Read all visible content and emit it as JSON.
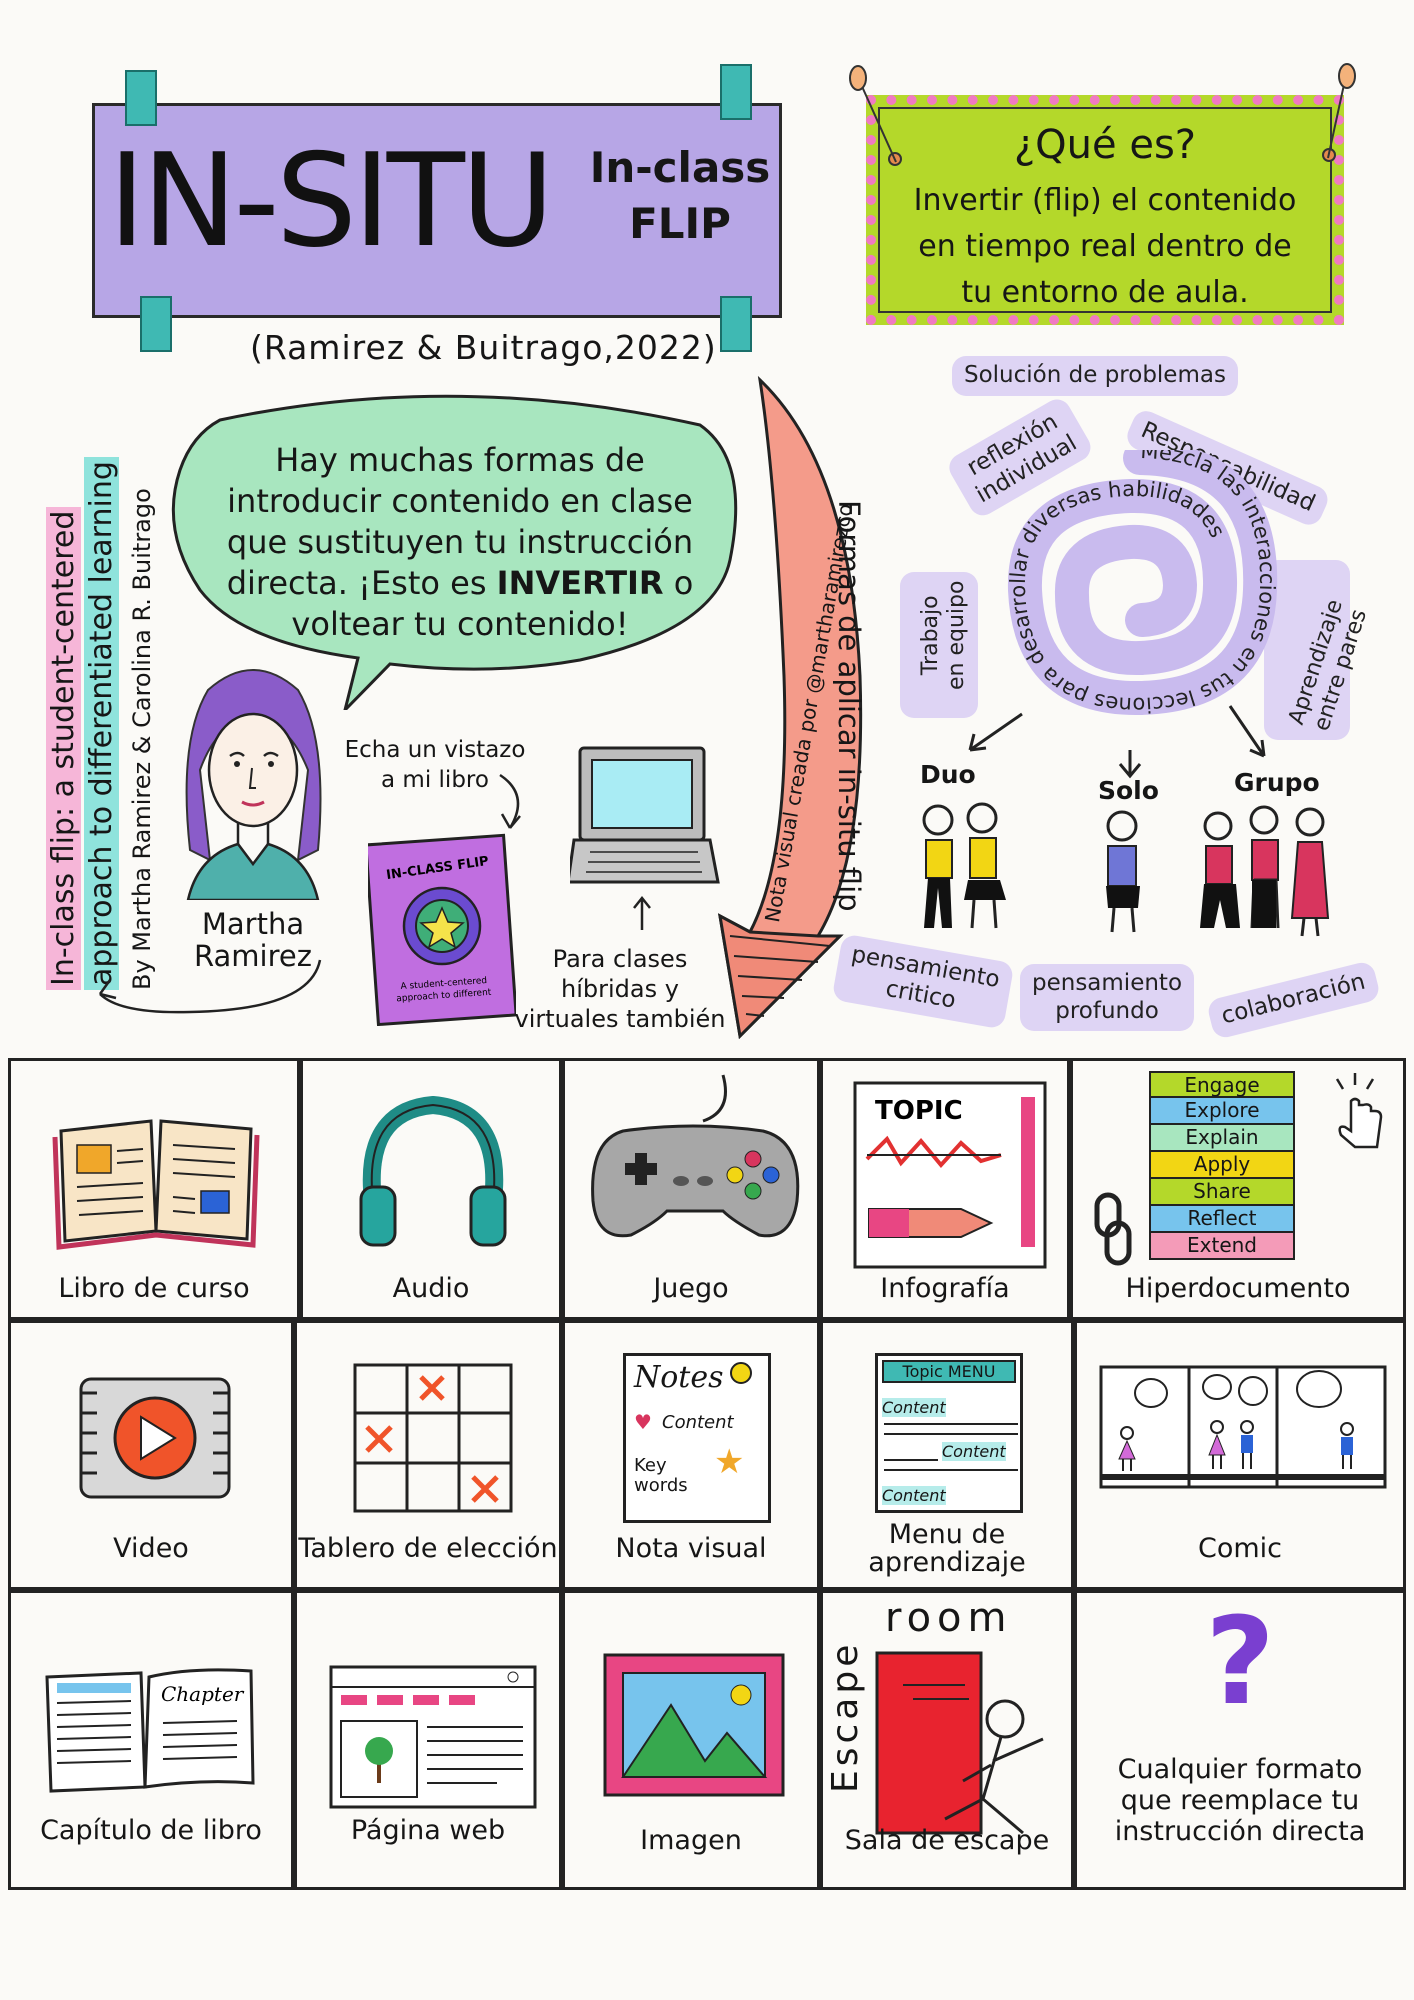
{
  "header": {
    "title_main": "IN-SITU",
    "title_sub_line1": "In-class",
    "title_sub_line2": "FLIP",
    "citation": "(Ramirez & Buitrago,2022)"
  },
  "definition": {
    "title": "¿Qué es?",
    "body_line1": "Invertir (flip) el contenido",
    "body_line2": "en tiempo real dentro de",
    "body_line3": "tu entorno de aula."
  },
  "book_side": {
    "line1": "In-class flip: a student-centered",
    "line2": "approach to differentiated learning",
    "line3": "By Martha Ramirez & Carolina R. Buitrago"
  },
  "speech_bubble": {
    "line1": "Hay muchas formas de",
    "line2": "introducir contenido en clase",
    "line3": "que sustituyen tu instrucción",
    "line4": "directa. ¡Esto es",
    "emphasis": "INVERTIR",
    "line4_end": "o",
    "line5": "voltear tu contenido!"
  },
  "author": {
    "name_line1": "Martha",
    "name_line2": "Ramirez"
  },
  "book_note": {
    "line1": "Echa un vistazo",
    "line2": "a mi libro",
    "cover_title": "IN-CLASS FLIP",
    "cover_sub1": "A student-centered",
    "cover_sub2": "approach to different"
  },
  "laptop_note": {
    "line1": "Para clases",
    "line2": "híbridas y",
    "line3": "virtuales también"
  },
  "arrow": {
    "label": "Formas de aplicar in-situ flip",
    "credit": "Nota visual creada por @martharamirezco"
  },
  "spiral": {
    "text": "Mezcla las interacciones en tus lecciones para desarrollar diversas habilidades",
    "chips": {
      "problemas": "Solución de problemas",
      "reflexion_line1": "reflexión",
      "reflexion_line2": "individual",
      "responsabilidad": "Responsabilidad",
      "trabajo_line1": "Trabajo",
      "trabajo_line2": "en equipo",
      "aprendizaje_line1": "Aprendizaje",
      "aprendizaje_line2": "entre pares",
      "critico_line1": "pensamiento",
      "critico_line2": "critico",
      "profundo_line1": "pensamiento",
      "profundo_line2": "profundo",
      "colaboracion": "colaboración"
    },
    "groups": {
      "duo": "Duo",
      "solo": "Solo",
      "grupo": "Grupo"
    }
  },
  "formats": {
    "row1": [
      "Libro de curso",
      "Audio",
      "Juego",
      "Infografía",
      "Hiperdocumento"
    ],
    "row2": [
      "Video",
      "Tablero de elección",
      "Nota visual",
      "Menu de aprendizaje",
      "Comic"
    ],
    "row3": [
      "Capítulo de libro",
      "Página web",
      "Imagen",
      "Sala de escape",
      "Cualquier formato que reemplace tu instrucción directa"
    ]
  },
  "icon_text": {
    "infographic_topic": "TOPIC",
    "hyperdoc_steps": [
      "Engage",
      "Explore",
      "Explain",
      "Apply",
      "Share",
      "Reflect",
      "Extend"
    ],
    "notes_title": "Notes",
    "notes_content": "Content",
    "notes_key": "Key",
    "notes_words": "words",
    "menu_title": "Topic MENU",
    "menu_item": "Content",
    "chapter": "Chapter",
    "escape_word1": "Escape",
    "escape_word2": "room",
    "any_format": "?"
  },
  "colors": {
    "title_purple": "#b7a6e6",
    "definition_green": "#b4d82a",
    "bubble_green": "#a8e6bf",
    "arrow_salmon": "#f49b8a",
    "chip_lavender": "#ded4f4",
    "tape_teal": "#3fb9b3"
  }
}
